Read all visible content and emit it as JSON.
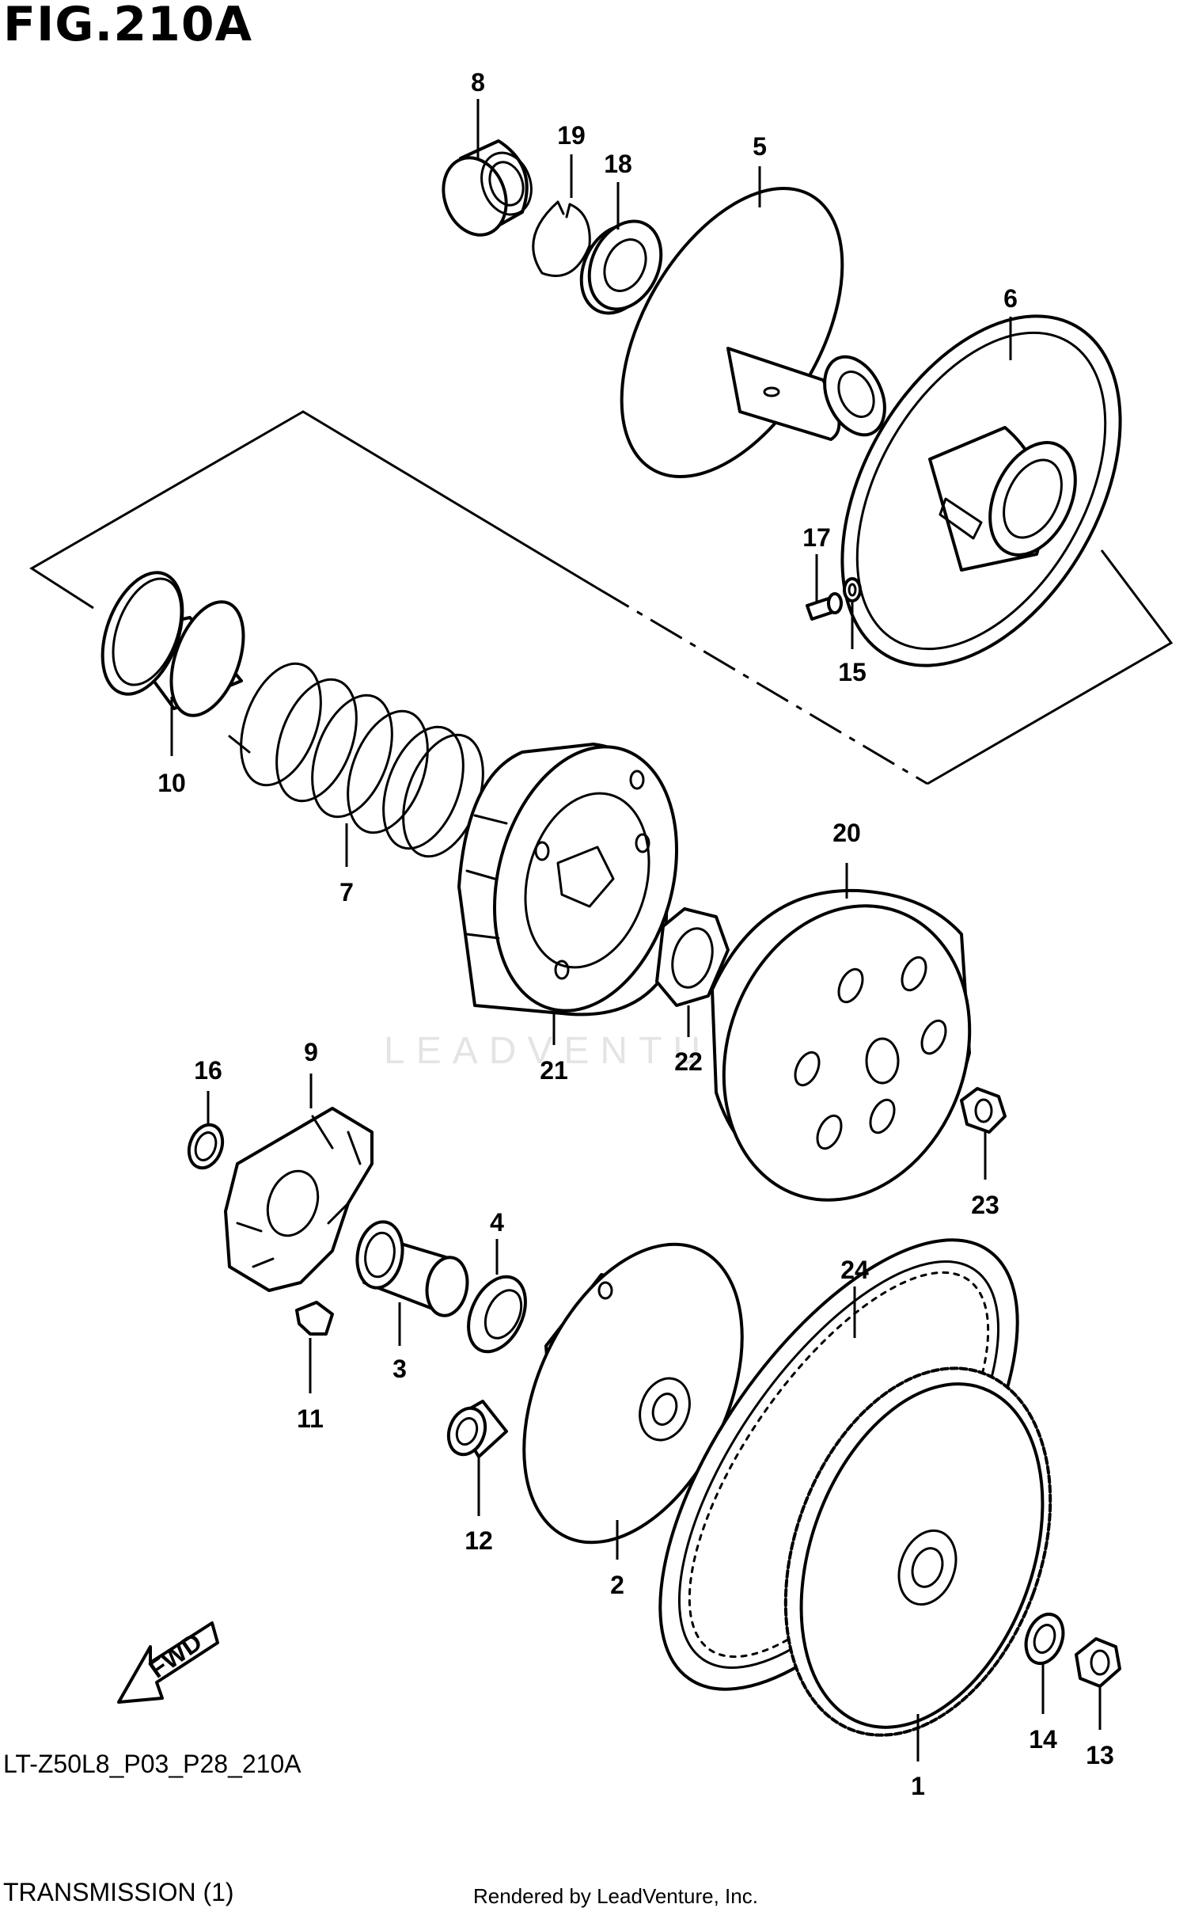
{
  "header": {
    "figure_title": "FIG.210A"
  },
  "footer": {
    "model_code": "LT-Z50L8_P03_P28_210A",
    "section_title": "TRANSMISSION (1)",
    "rendered_by": "Rendered by LeadVenture, Inc."
  },
  "watermark": {
    "text": "LEADVENTURE"
  },
  "direction_marker": {
    "label": "FWD"
  },
  "callouts": {
    "c1": "1",
    "c2": "2",
    "c3": "3",
    "c4": "4",
    "c5": "5",
    "c6": "6",
    "c7": "7",
    "c8": "8",
    "c9": "9",
    "c10": "10",
    "c11": "11",
    "c12": "12",
    "c13": "13",
    "c14": "14",
    "c15": "15",
    "c16": "16",
    "c17": "17",
    "c18": "18",
    "c19": "19",
    "c20": "20",
    "c21": "21",
    "c22": "22",
    "c23": "23",
    "c24": "24"
  }
}
